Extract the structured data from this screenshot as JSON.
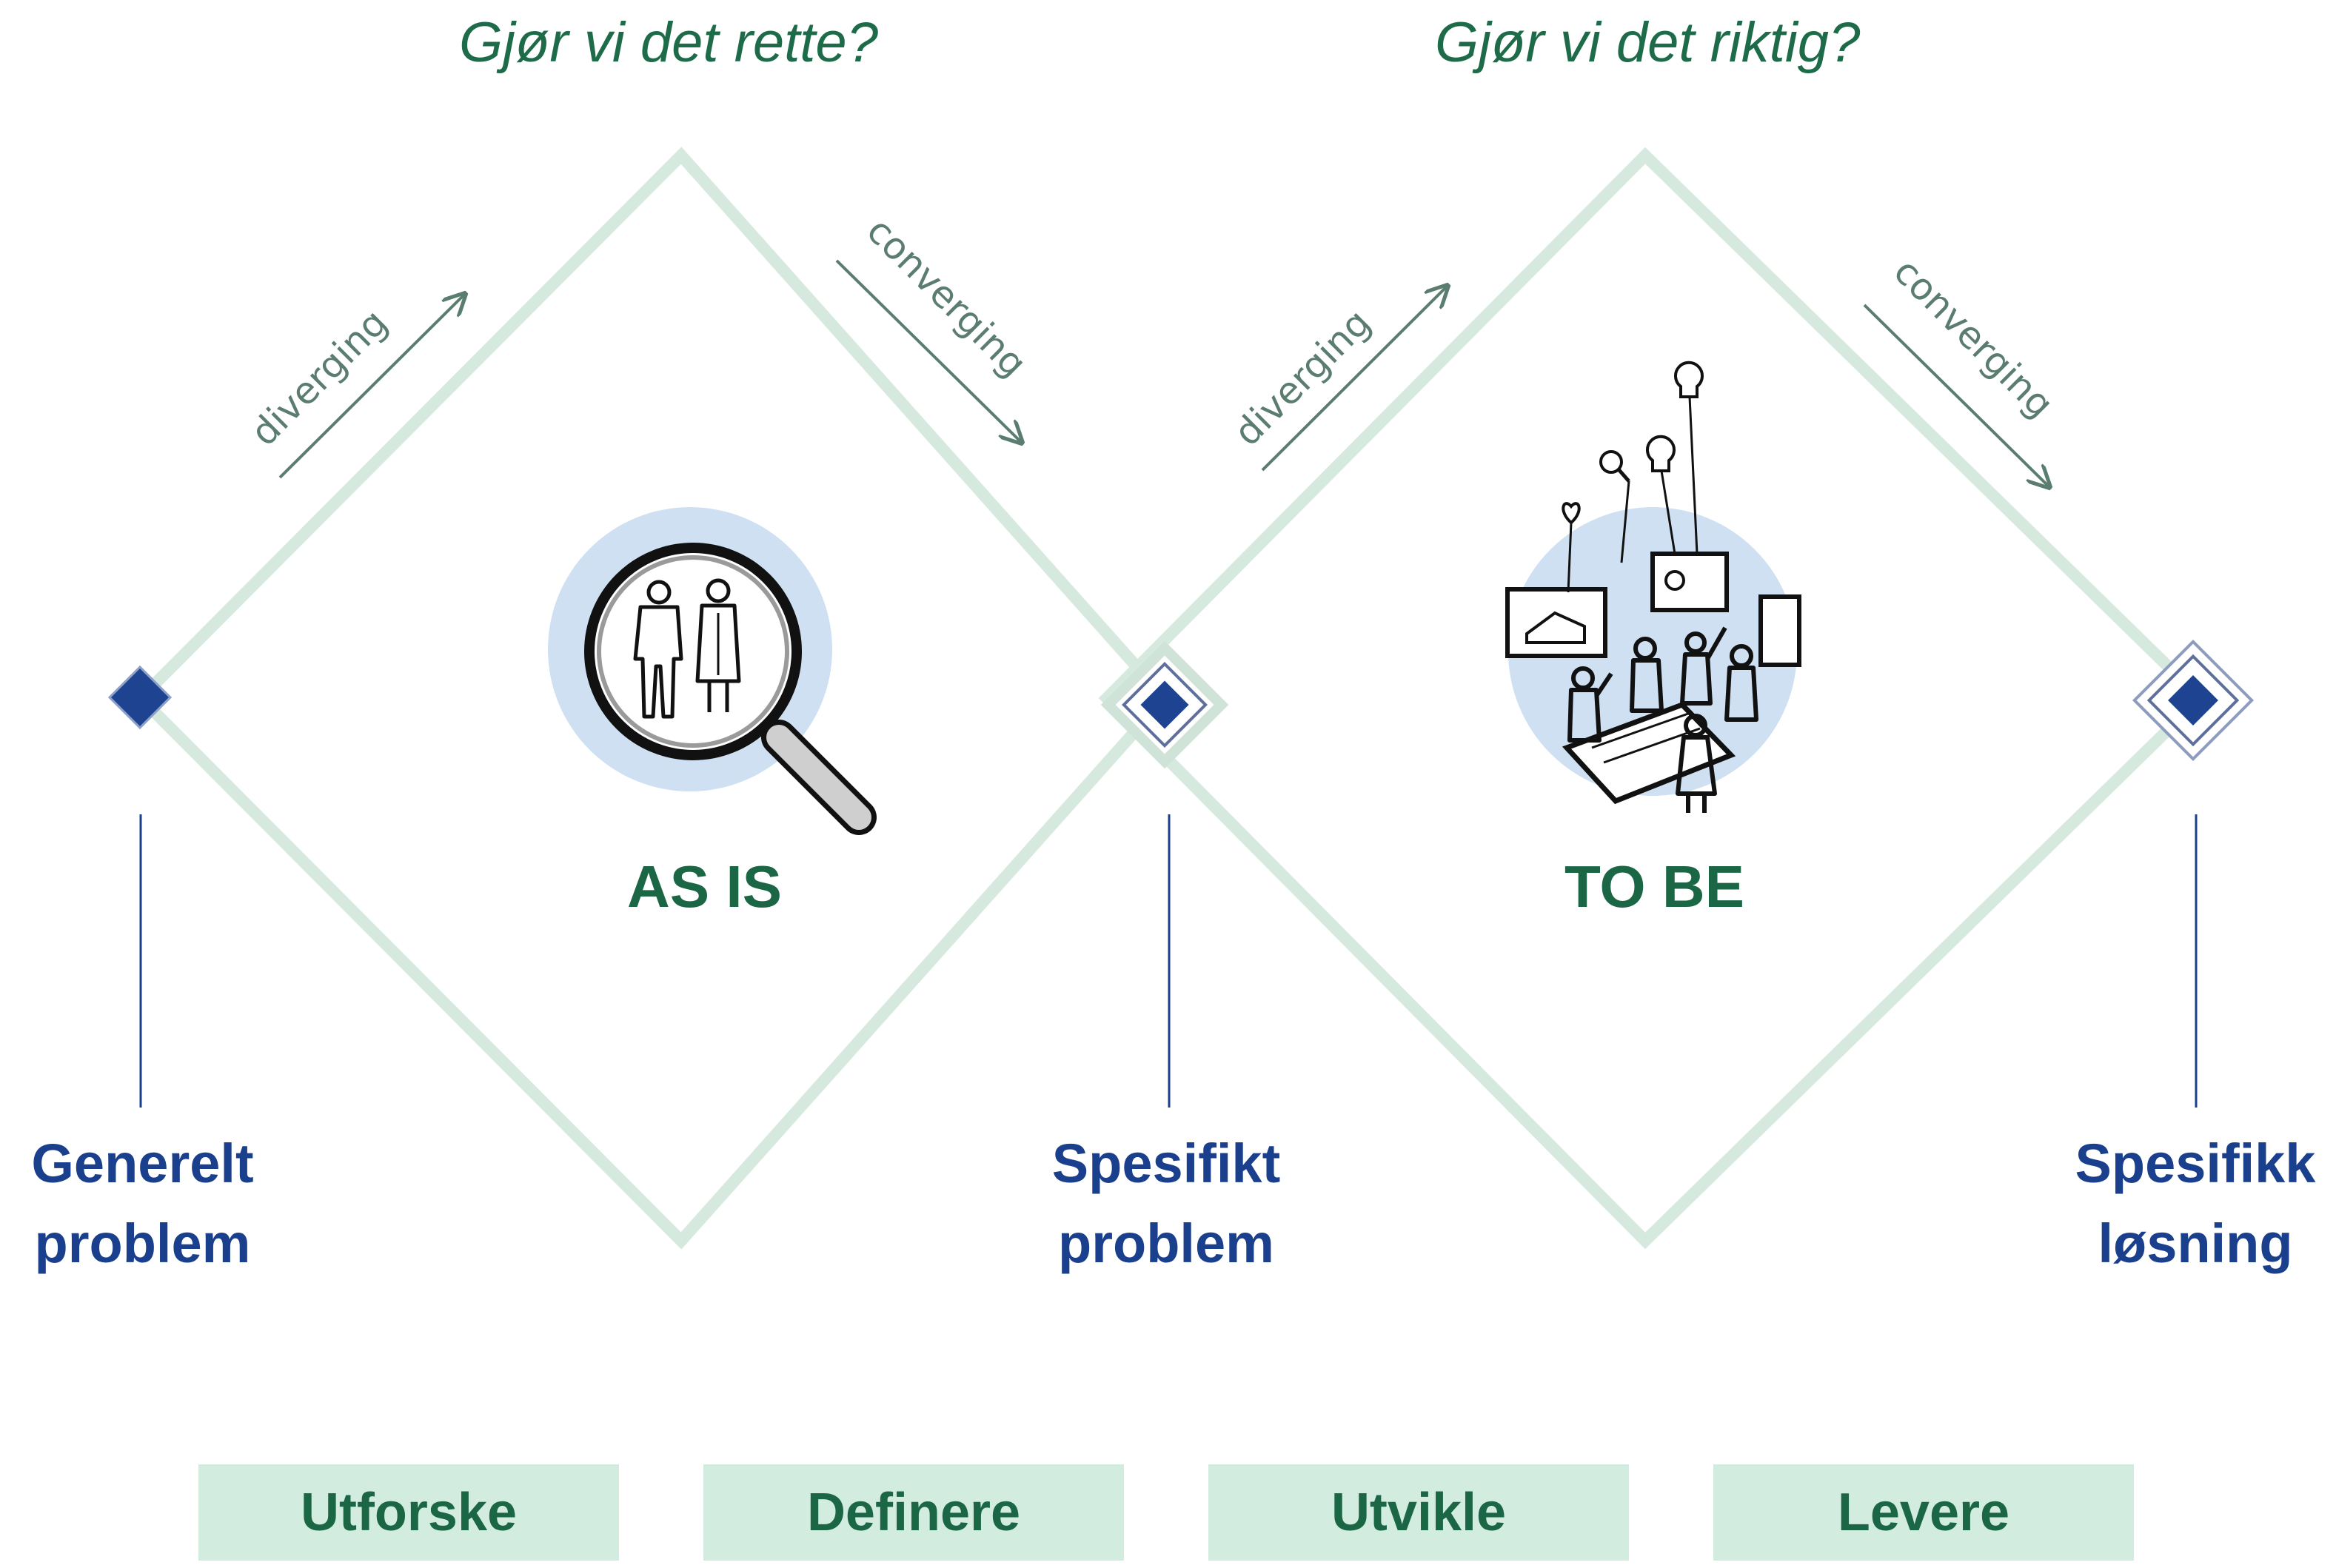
{
  "questions": {
    "left": "Gjør vi det rette?",
    "right": "Gjør vi det riktig?"
  },
  "diamonds": {
    "left": {
      "label": "AS IS",
      "diverging": "diverging",
      "converging": "converging",
      "icon": "magnifier-people-icon"
    },
    "right": {
      "label": "TO BE",
      "diverging": "diverging",
      "converging": "converging",
      "icon": "ideation-sketch-icon"
    }
  },
  "milestones": {
    "general": {
      "line1": "Generelt",
      "line2": "problem"
    },
    "specific": {
      "line1": "Spesifikt",
      "line2": "problem"
    },
    "solution": {
      "line1": "Spesifikk",
      "line2": "løsning"
    }
  },
  "stages": [
    "Utforske",
    "Definere",
    "Utvikle",
    "Levere"
  ],
  "colors": {
    "diamond_outline": "#d5e9df",
    "milestone_text": "#1a3f8c",
    "marker_fill": "#1e4491",
    "stage_fill": "#d3ece0",
    "heading_green": "#1a6645",
    "icon_backdrop": "#cfe0f2"
  }
}
